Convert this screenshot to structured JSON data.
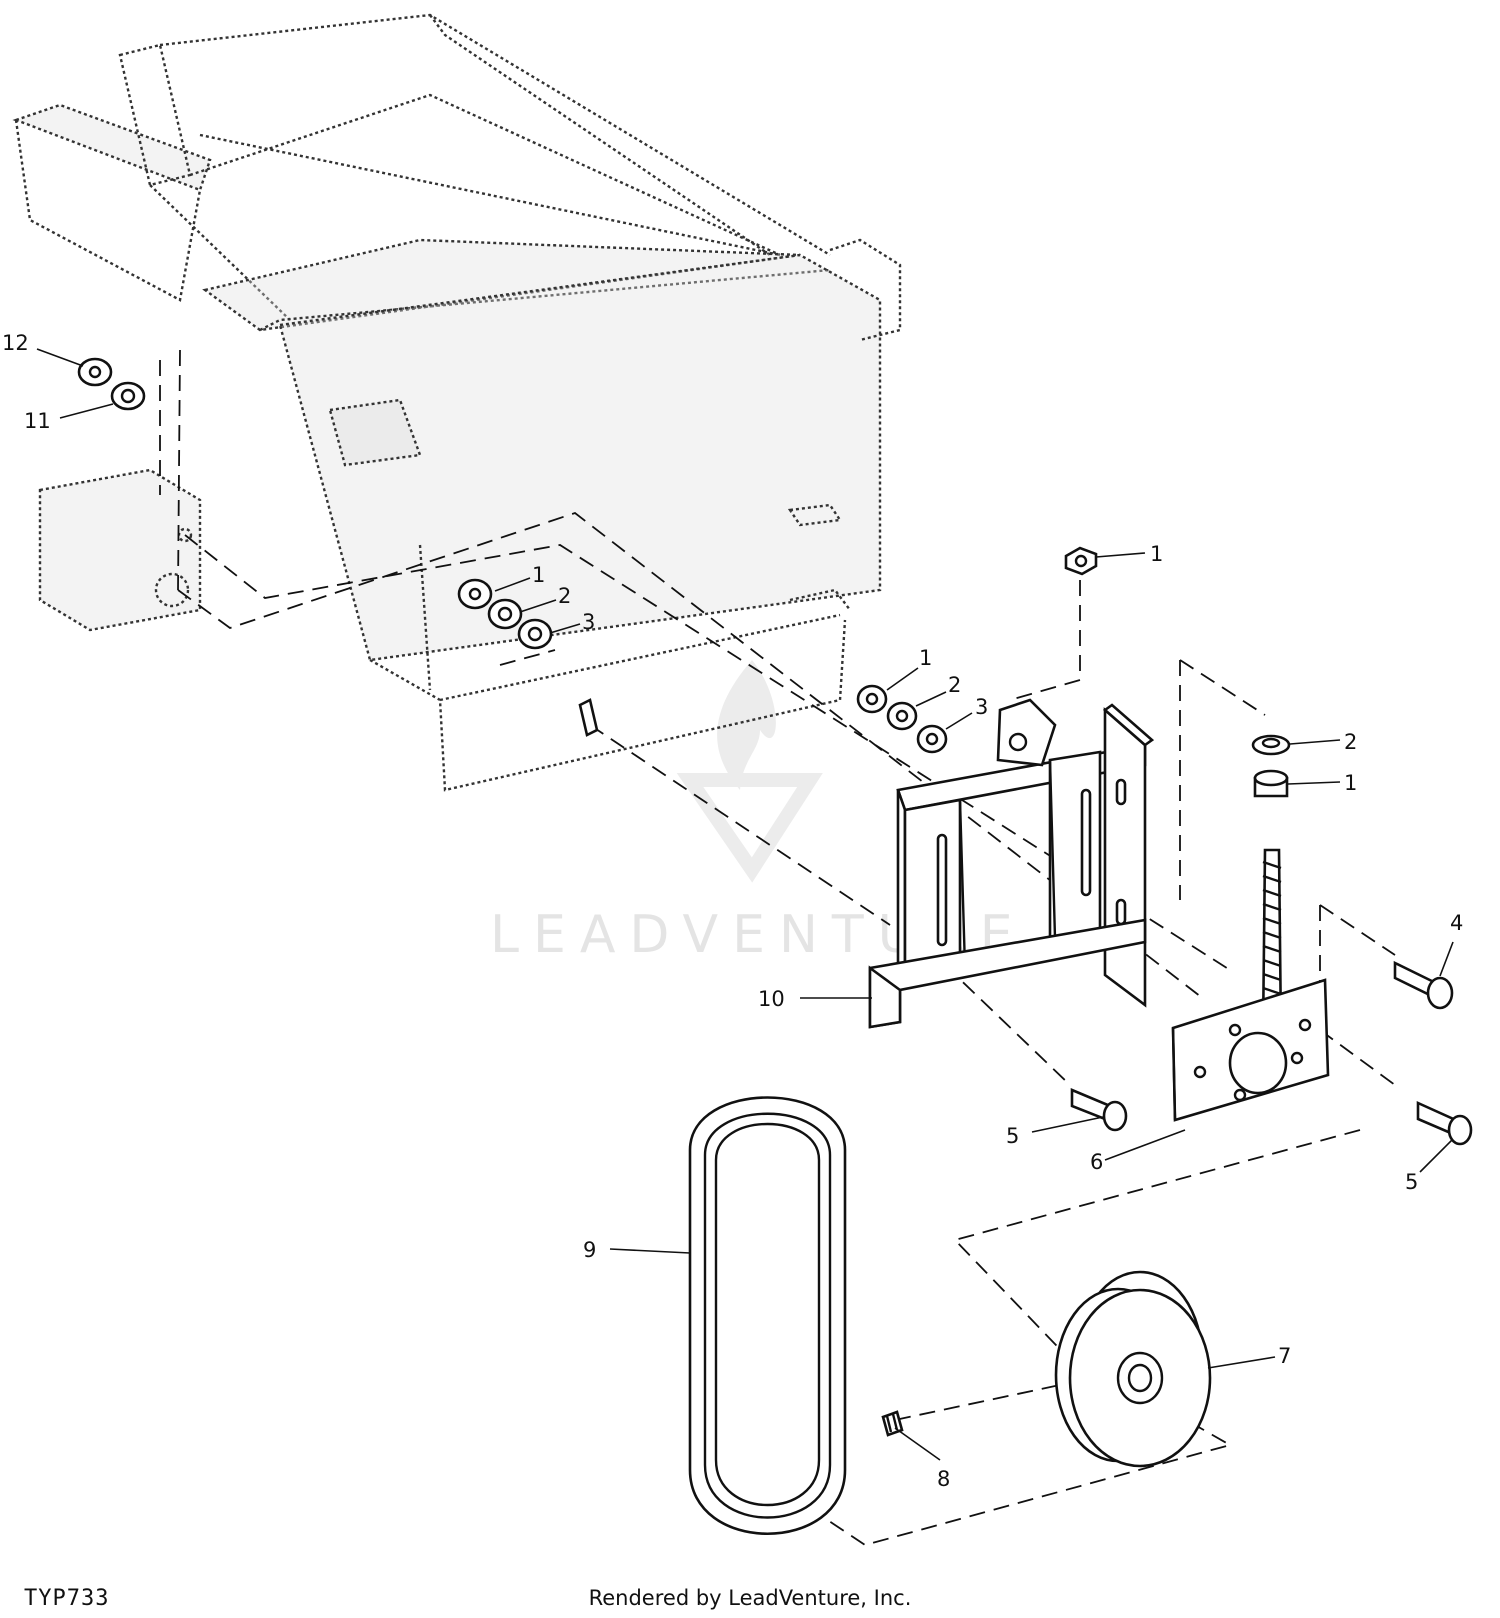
{
  "diagram": {
    "figure_code": "TYP733",
    "credit": "Rendered by LeadVenture, Inc.",
    "watermark": {
      "text": "LEADVENTURE"
    },
    "callouts": [
      "1",
      "2",
      "3",
      "1",
      "2",
      "3",
      "1",
      "2",
      "1",
      "4",
      "5",
      "5",
      "6",
      "7",
      "8",
      "9",
      "10",
      "11",
      "12"
    ]
  }
}
